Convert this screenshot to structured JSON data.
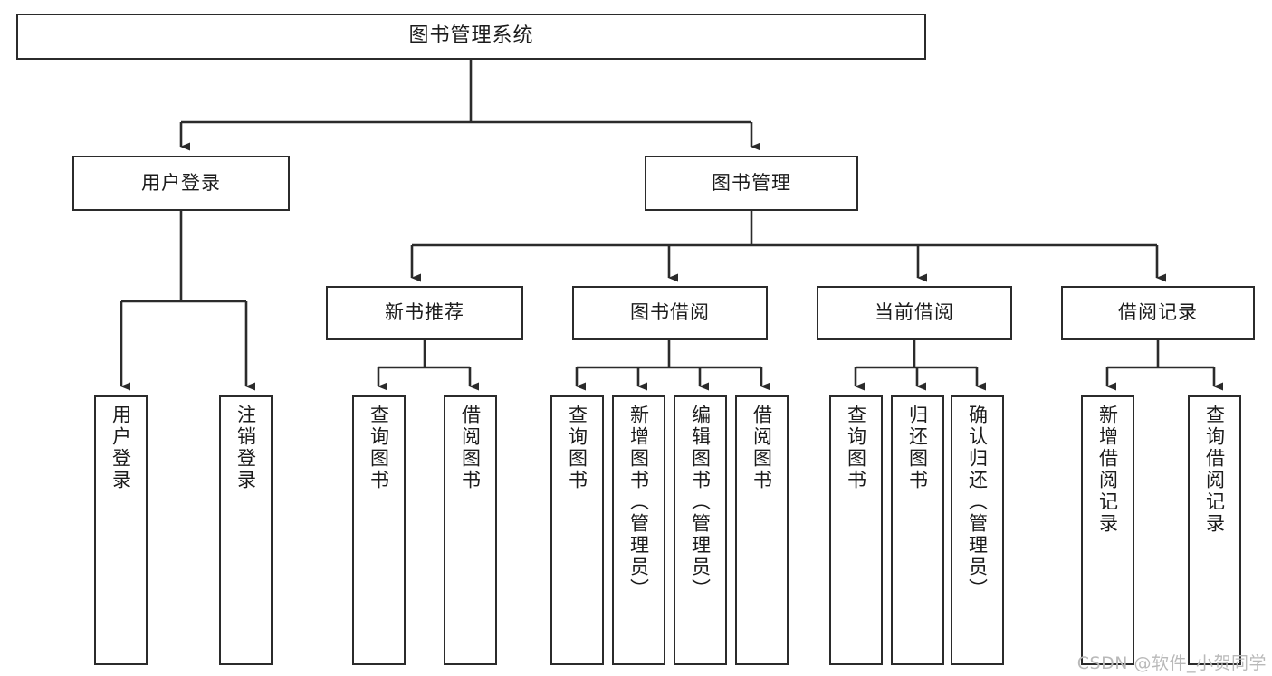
{
  "diagram": {
    "title": "图书管理系统",
    "type": "tree-hierarchy-chart",
    "orientation": "top-down",
    "colors": {
      "box_border": "#2b2b2b",
      "box_fill": "#ffffff",
      "edge": "#2b2b2b",
      "text": "#1b1b1b",
      "watermark": "#b9b9b9"
    }
  },
  "nodes": {
    "root": {
      "label": "图书管理系统"
    },
    "level2": [
      {
        "id": "user-login",
        "label": "用户登录"
      },
      {
        "id": "book-manage",
        "label": "图书管理"
      }
    ],
    "level3": [
      {
        "id": "new-book-recommend",
        "label": "新书推荐"
      },
      {
        "id": "book-borrow",
        "label": "图书借阅"
      },
      {
        "id": "current-borrow",
        "label": "当前借阅"
      },
      {
        "id": "borrow-record",
        "label": "借阅记录"
      }
    ],
    "leaves": {
      "user_login": [
        {
          "id": "leaf-user-login",
          "label": "用户登录"
        },
        {
          "id": "leaf-logout-login",
          "label": "注销登录"
        }
      ],
      "new_book_recommend": [
        {
          "id": "leaf-query-book-1",
          "label": "查询图书"
        },
        {
          "id": "leaf-borrow-book-1",
          "label": "借阅图书"
        }
      ],
      "book_borrow": [
        {
          "id": "leaf-query-book-2",
          "label": "查询图书"
        },
        {
          "id": "leaf-add-book",
          "label": "新增图书（管理员）"
        },
        {
          "id": "leaf-edit-book",
          "label": "编辑图书（管理员）"
        },
        {
          "id": "leaf-borrow-book-2",
          "label": "借阅图书"
        }
      ],
      "current_borrow": [
        {
          "id": "leaf-query-book-3",
          "label": "查询图书"
        },
        {
          "id": "leaf-return-book",
          "label": "归还图书"
        },
        {
          "id": "leaf-confirm-return",
          "label": "确认归还（管理员）"
        }
      ],
      "borrow_record": [
        {
          "id": "leaf-add-record",
          "label": "新增借阅记录"
        },
        {
          "id": "leaf-query-record",
          "label": "查询借阅记录"
        }
      ]
    }
  },
  "watermark": {
    "text": "CSDN @软件_小贺同学"
  }
}
